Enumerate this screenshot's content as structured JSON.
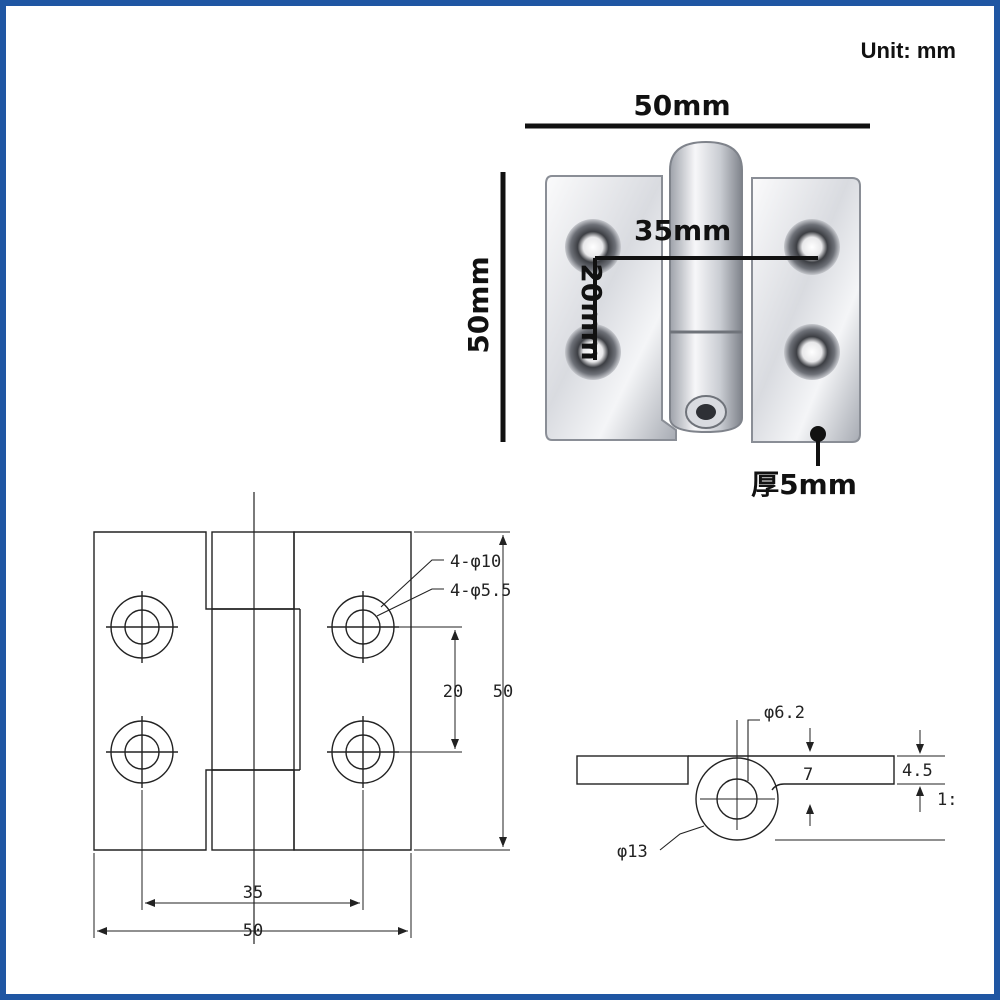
{
  "unit_label": "Unit:  mm",
  "photo": {
    "width_label": "50mm",
    "height_label": "50mm",
    "hole_spacing_h": "35mm",
    "hole_spacing_v": "20mm",
    "thickness_label": "厚5mm"
  },
  "front_view": {
    "callout_outer": "4-φ10",
    "callout_inner": "4-φ5.5",
    "dim_vertical_spacing": "20",
    "dim_height": "50",
    "dim_horizontal_spacing": "35",
    "dim_width": "50"
  },
  "side_view": {
    "pin_dia": "φ6.2",
    "knuckle_height": "7",
    "plate_thickness": "4.5",
    "offset_partial": "1:",
    "knuckle_dia": "φ13"
  },
  "colors": {
    "frame": "#1f56a3",
    "line": "#111111",
    "metal_light": "#f2f2f4",
    "metal_dark": "#8a8e96"
  }
}
